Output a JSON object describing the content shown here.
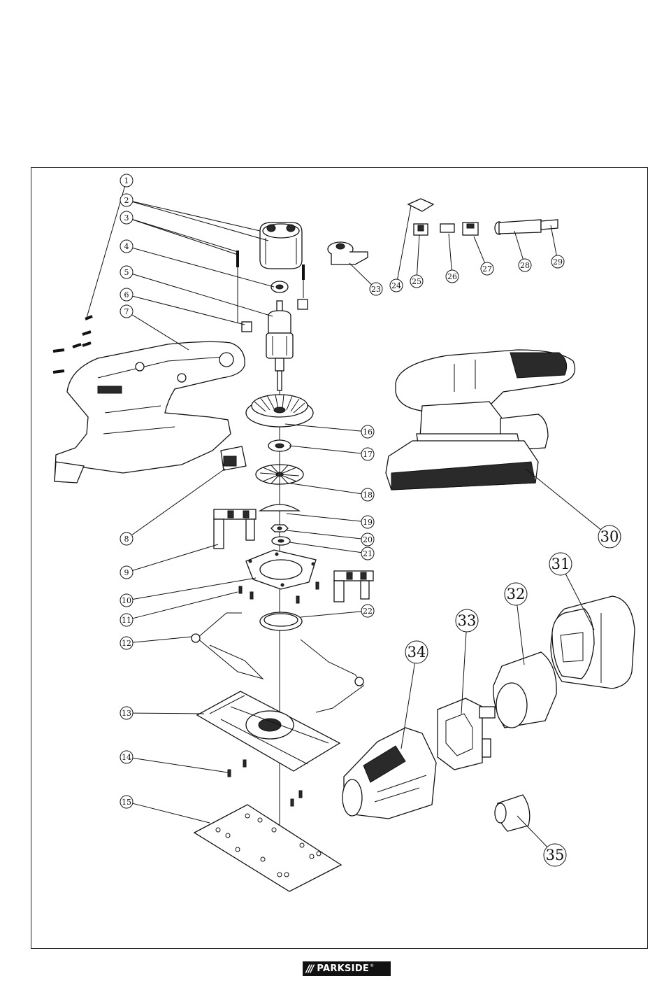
{
  "diagram": {
    "callouts": [
      {
        "id": "1",
        "label": "1"
      },
      {
        "id": "2",
        "label": "2"
      },
      {
        "id": "3",
        "label": "3"
      },
      {
        "id": "4",
        "label": "4"
      },
      {
        "id": "5",
        "label": "5"
      },
      {
        "id": "6",
        "label": "6"
      },
      {
        "id": "7",
        "label": "7"
      },
      {
        "id": "8",
        "label": "8"
      },
      {
        "id": "9",
        "label": "9"
      },
      {
        "id": "10",
        "label": "10"
      },
      {
        "id": "11",
        "label": "11"
      },
      {
        "id": "12",
        "label": "12"
      },
      {
        "id": "13",
        "label": "13"
      },
      {
        "id": "14",
        "label": "14"
      },
      {
        "id": "15",
        "label": "15"
      },
      {
        "id": "16",
        "label": "16"
      },
      {
        "id": "17",
        "label": "17"
      },
      {
        "id": "18",
        "label": "18"
      },
      {
        "id": "19",
        "label": "19"
      },
      {
        "id": "20",
        "label": "20"
      },
      {
        "id": "21",
        "label": "21"
      },
      {
        "id": "22",
        "label": "22"
      },
      {
        "id": "23",
        "label": "23"
      },
      {
        "id": "24",
        "label": "24"
      },
      {
        "id": "25",
        "label": "25"
      },
      {
        "id": "26",
        "label": "26"
      },
      {
        "id": "27",
        "label": "27"
      },
      {
        "id": "28",
        "label": "28"
      },
      {
        "id": "29",
        "label": "29"
      },
      {
        "id": "30",
        "label": "30"
      },
      {
        "id": "31",
        "label": "31"
      },
      {
        "id": "32",
        "label": "32"
      },
      {
        "id": "33",
        "label": "33"
      },
      {
        "id": "34",
        "label": "34"
      },
      {
        "id": "35",
        "label": "35"
      }
    ]
  },
  "footer": {
    "logo_slashes": "///",
    "logo_text": "PARKSIDE",
    "logo_reg": "®"
  }
}
